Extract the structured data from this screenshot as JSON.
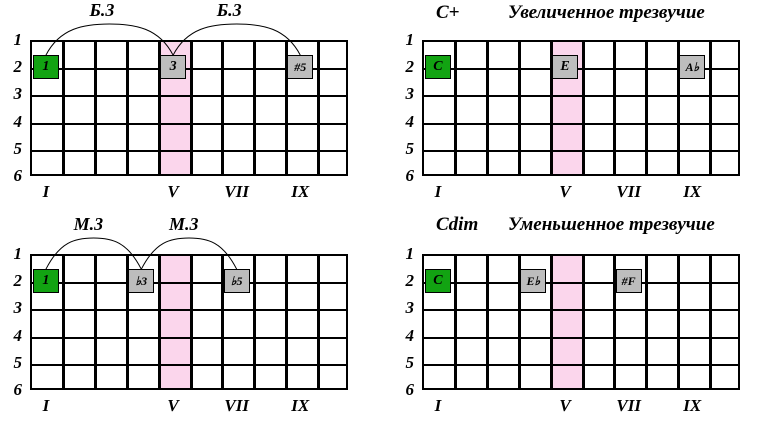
{
  "figure": {
    "kind": "guitar-fretboard-triad-diagrams",
    "strings": [
      "1",
      "2",
      "3",
      "4",
      "5",
      "6"
    ],
    "fret_numerals": [
      "I",
      "V",
      "VII",
      "IX"
    ],
    "highlight_color": "#fbd6ec",
    "root_color": "#12a312",
    "tone_color": "#bdbdbd"
  },
  "diagrams": [
    {
      "id": "major-intervals",
      "chord_symbol": "",
      "chord_name": "",
      "interval_labels": [
        "Б.3",
        "Б.3"
      ],
      "markers": [
        {
          "label": "1",
          "fret": 1,
          "string": 2,
          "type": "root"
        },
        {
          "label": "3",
          "fret": 5,
          "string": 2,
          "type": "tone"
        },
        {
          "label": "#5",
          "fret": 9,
          "string": 2,
          "type": "tone"
        }
      ],
      "highlight_fret": 5
    },
    {
      "id": "c-augmented",
      "chord_symbol": "C+",
      "chord_name": "Увеличенное трезвучие",
      "interval_labels": [],
      "markers": [
        {
          "label": "C",
          "fret": 1,
          "string": 2,
          "type": "root"
        },
        {
          "label": "E",
          "fret": 5,
          "string": 2,
          "type": "tone"
        },
        {
          "label": "A♭",
          "fret": 9,
          "string": 2,
          "type": "tone"
        }
      ],
      "highlight_fret": 5
    },
    {
      "id": "minor-intervals",
      "chord_symbol": "",
      "chord_name": "",
      "interval_labels": [
        "М.3",
        "М.3"
      ],
      "markers": [
        {
          "label": "1",
          "fret": 1,
          "string": 2,
          "type": "root"
        },
        {
          "label": "♭3",
          "fret": 4,
          "string": 2,
          "type": "tone"
        },
        {
          "label": "♭5",
          "fret": 7,
          "string": 2,
          "type": "tone"
        }
      ],
      "highlight_fret": 5
    },
    {
      "id": "c-diminished",
      "chord_symbol": "Cdim",
      "chord_name": "Уменьшенное трезвучие",
      "interval_labels": [],
      "markers": [
        {
          "label": "C",
          "fret": 1,
          "string": 2,
          "type": "root"
        },
        {
          "label": "E♭",
          "fret": 4,
          "string": 2,
          "type": "tone"
        },
        {
          "label": "#F",
          "fret": 7,
          "string": 2,
          "type": "tone"
        }
      ],
      "highlight_fret": 5
    }
  ]
}
